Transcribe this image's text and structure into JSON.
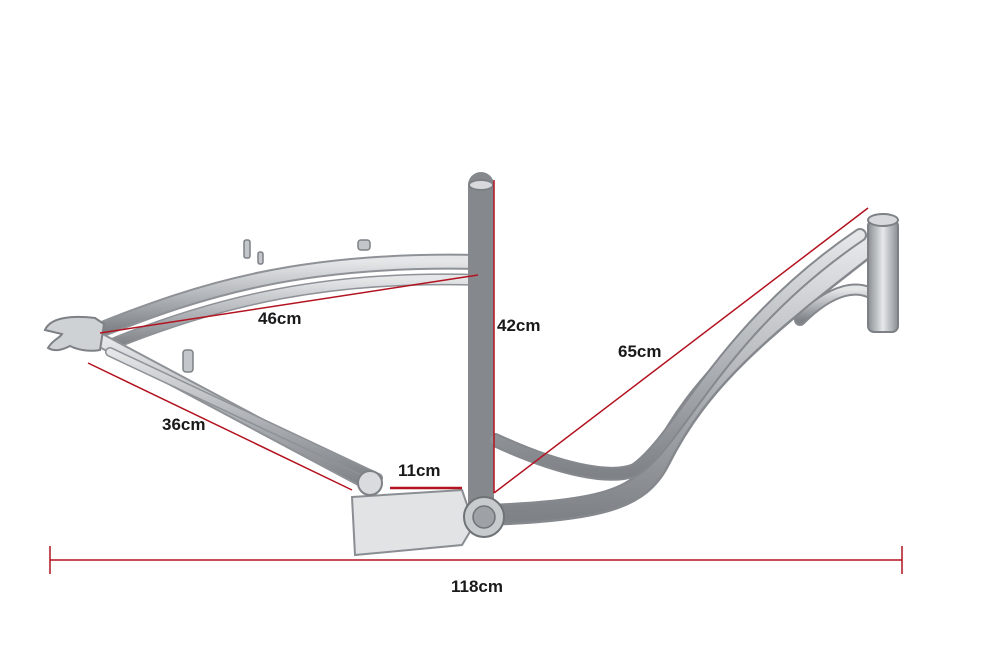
{
  "measurements": {
    "top_tube": "46cm",
    "seat_tube": "42cm",
    "down_tube": "65cm",
    "chain_stay": "36cm",
    "engine_mount": "11cm",
    "overall_length": "118cm"
  },
  "colors": {
    "background": "#ffffff",
    "measure_line": "#b3121f",
    "frame_metal": "#b9bcc0",
    "frame_dark": "#7d8186"
  }
}
